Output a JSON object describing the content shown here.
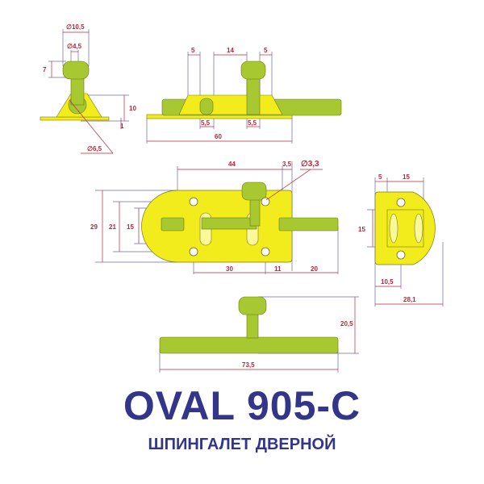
{
  "title": "OVAL 905-C",
  "subtitle": "ШПИНГАЛЕТ ДВЕРНОЙ",
  "colors": {
    "bolt_green": "#a8c832",
    "plate_yellow": "#f2ec1c",
    "dimension_red": "#b8273a",
    "guide_blue": "#6a6aa8",
    "title_blue": "#33358a"
  },
  "views": {
    "side_view": {
      "dims": {
        "head_diameter": "∅10,5",
        "shaft_diameter": "∅4,5",
        "head_height": "7",
        "height": "10",
        "plate_thickness": "1",
        "bolt_diameter": "∅6,5"
      }
    },
    "top_view": {
      "dims": {
        "left_gap": "5",
        "center_gap": "14",
        "right_gap": "5",
        "slot_left": "5,5",
        "slot_right": "5,5",
        "length": "60"
      }
    },
    "front_view": {
      "dims": {
        "hole_span": "44",
        "offset": "3,5",
        "hole_diameter": "∅3,3",
        "height_total": "29",
        "hole_pitch": "21",
        "inner_height": "15",
        "left_part": "30",
        "middle_part": "11",
        "bolt_extension": "20"
      }
    },
    "keeper_view": {
      "dims": {
        "edge": "5",
        "width": "15",
        "height": "15",
        "hole_offset": "10,5",
        "total_width": "28,1"
      }
    },
    "bolt_view": {
      "dims": {
        "height": "20,5",
        "length": "73,5"
      }
    }
  }
}
